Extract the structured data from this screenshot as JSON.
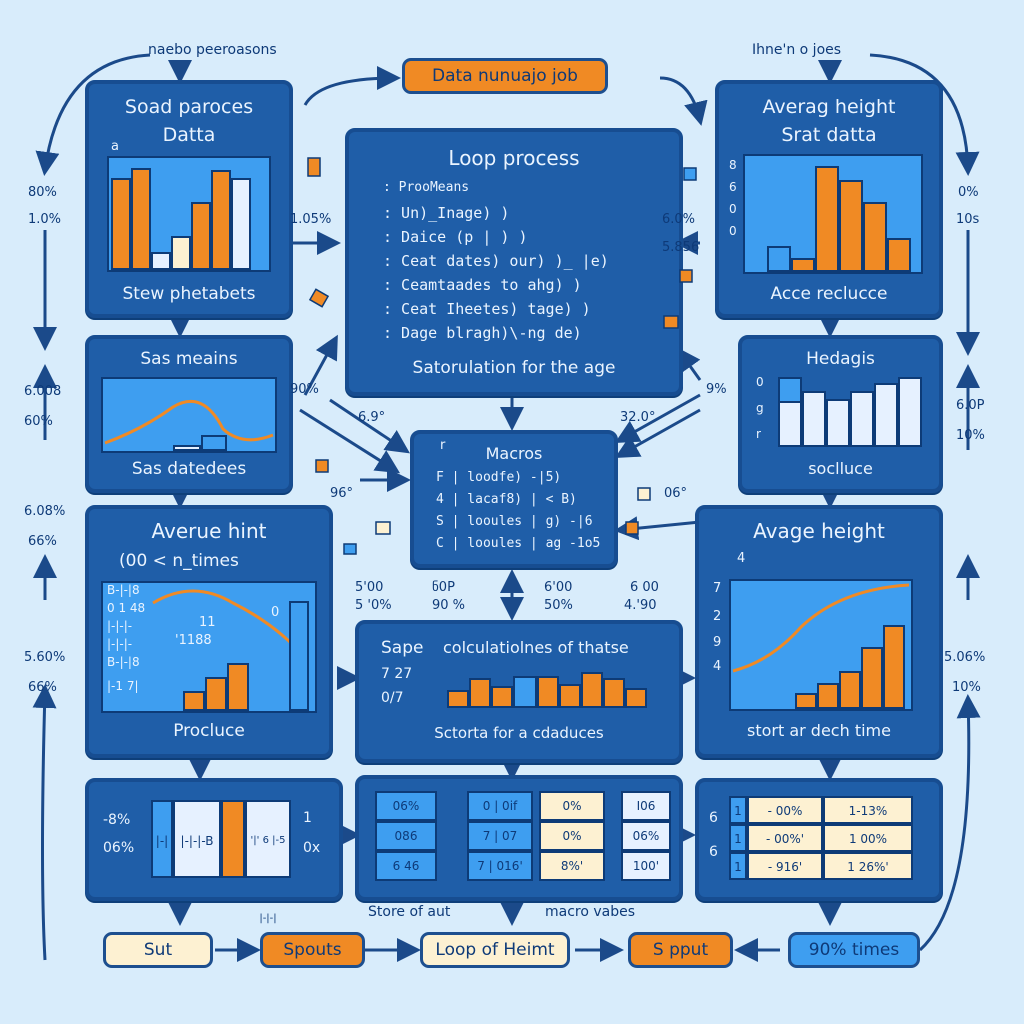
{
  "top": {
    "left_label": "naebo peeroasons",
    "center_pill": "Data nunuajo job",
    "right_label": "Ihne'n o joes"
  },
  "panels": {
    "load": {
      "title1": "Soad paroces",
      "title2": "Datta",
      "small": "a",
      "footer": "Stew phetabets"
    },
    "avg_top": {
      "title1": "Averag height",
      "title2": "Srat datta",
      "ticks": [
        "8",
        "6",
        "0",
        "0"
      ],
      "footer": "Acce reclucce"
    },
    "loop": {
      "title": "Loop process",
      "lines": [
        ": ProoMeans",
        ": Un)_Inage) )",
        ": Daice (p | ) )",
        ": Ceat dates) our) )_ |e)",
        ": Ceamtaades to ahg) )",
        ": Ceat Iheetes) tage) )",
        ": Dage blragh)\\-ng de)"
      ],
      "footer": "Satorulation for the age"
    },
    "sas": {
      "title": "Sas meains",
      "footer": "Sas datedees"
    },
    "hedagis": {
      "title": "Hedagis",
      "ticks": [
        "0",
        "g",
        "r"
      ],
      "footer": "soclluce"
    },
    "macros": {
      "title": "Macros",
      "small": "r",
      "lines": [
        "F | loodfe)   -|5)",
        "4 | lacaf8) | < B)",
        "S | looules | g)   -|6",
        "C | looules | ag  -1o5"
      ]
    },
    "avehint": {
      "title": "Averue hint",
      "subtitle": "(00 < n_times",
      "rows": [
        "B-|-|8",
        "0 1 48",
        "|-|-|-",
        "|-|-|-",
        "B-|-|8",
        "|-1 7|"
      ],
      "mid1": "11",
      "mid2": "'1188",
      "mid3": "0",
      "footer": "Procluce"
    },
    "avg_right": {
      "title": "Avage height",
      "arrow_label": "4",
      "ticks": [
        "7",
        "2",
        "9",
        "4"
      ],
      "footer": "stort ar dech time"
    },
    "shape": {
      "title1": "Sape",
      "title2": "colculatiolnes of thatse",
      "left1": "7 27",
      "left2": "0/7",
      "footer": "Sctorta for a cdaduces"
    }
  },
  "tables": {
    "left": {
      "side1": "-8%",
      "side2": "06%",
      "right1": "1",
      "right2": "0x",
      "cols": [
        "|-|",
        "|-|-|-B",
        "",
        "'|' 6 |-5 |-|-|"
      ]
    },
    "mid": {
      "cells": [
        [
          "06%",
          "0 | 0if",
          "0%",
          "I06"
        ],
        [
          "086",
          "7 | 07",
          "0%",
          "06%"
        ],
        [
          "6 46",
          "7 | 016'",
          "8%'",
          "100'"
        ]
      ]
    },
    "right": {
      "side1": "6",
      "side2": "6",
      "cells": [
        [
          "1",
          "- 00%",
          "1-13%"
        ],
        [
          "1",
          "- 00%'",
          "1 00%"
        ],
        [
          "1",
          "- 916'",
          "1 26%'"
        ]
      ]
    }
  },
  "floating_labels": {
    "l1": "80%",
    "l2": "1.0%",
    "l3": "6.008",
    "l4": "60%",
    "l5": "6.08%",
    "l6": "66%",
    "l7": "5.60%",
    "l8": "66%",
    "r1": "0%",
    "r2": "10s",
    "r3": "6.0P",
    "r4": "10%",
    "r5": "5.06%",
    "r6": "10%",
    "c1": "1.05%",
    "c2": "6.0%",
    "c3": "5.856",
    "c4": "90%",
    "c5": "6.9°",
    "c6": "32.0°",
    "c7": "9%",
    "c8": "96°",
    "c9": "06°",
    "m1": "5'00",
    "m2": "5 '0%",
    "m3": "ნ0P",
    "m4": "90 %",
    "m5": "6'00",
    "m6": "50%",
    "m7": "6 00",
    "m8": "4.'90",
    "bottom_left": "Store of aut",
    "bottom_right": "macro vabes"
  },
  "bottom_pills": [
    "Sut",
    "Spouts",
    "Loop of Heimt",
    "S pput",
    "90% times"
  ],
  "colors": {
    "background": "#d8ecfb",
    "panel": "#1f5ea8",
    "plot": "#3e9ef0",
    "bar_orange": "#f08a24",
    "bar_light": "#e6f1ff",
    "cream": "#fdf1d2",
    "arrow": "#1b4a8a"
  }
}
